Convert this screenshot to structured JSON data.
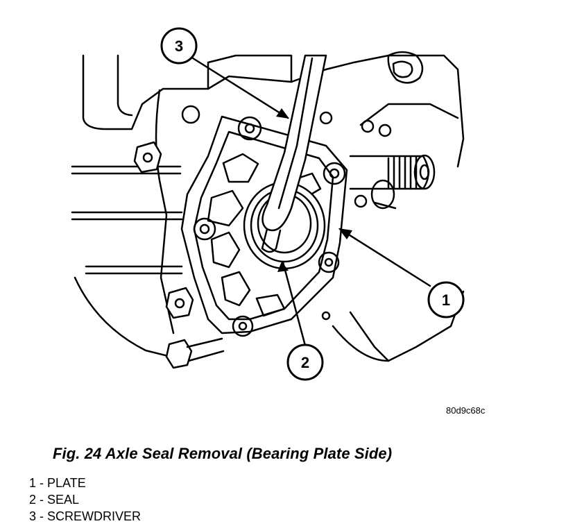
{
  "figure": {
    "code": "80d9c68c",
    "caption": "Fig. 24 Axle Seal Removal (Bearing Plate Side)"
  },
  "callouts": [
    {
      "number": "1",
      "part": "PLATE"
    },
    {
      "number": "2",
      "part": "SEAL"
    },
    {
      "number": "3",
      "part": "SCREWDRIVER"
    }
  ],
  "legend": [
    "1 - PLATE",
    "2 - SEAL",
    "3 - SCREWDRIVER"
  ]
}
